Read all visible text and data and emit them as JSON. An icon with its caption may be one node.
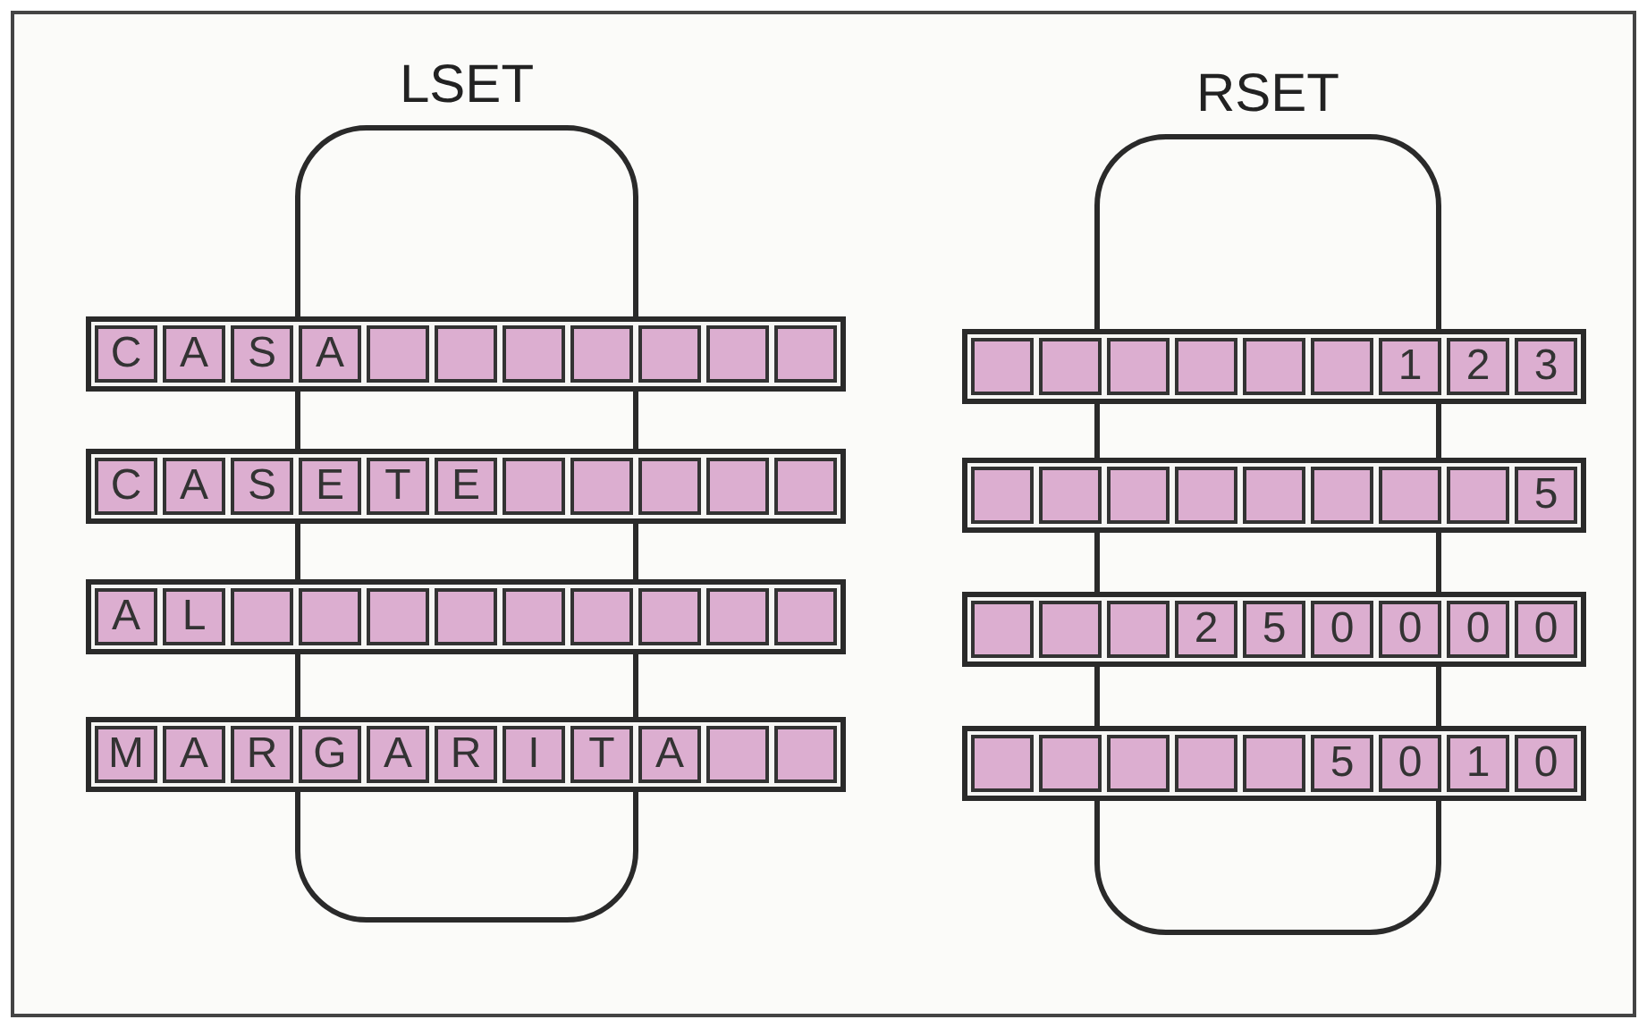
{
  "diagram": {
    "nodes": [
      {
        "text": [
          "LSET"
        ]
      },
      {
        "text": [
          "RSET"
        ]
      },
      {
        "text": [
          "C",
          "A",
          "S",
          "A"
        ]
      },
      {
        "text": [
          "C",
          "A",
          "S",
          "E",
          "T",
          "E"
        ]
      },
      {
        "text": [
          "A",
          "L"
        ]
      },
      {
        "text": [
          "M",
          "A",
          "R",
          "G",
          "A",
          "R",
          "I",
          "T",
          "A"
        ]
      },
      {
        "text": [
          "1",
          "2",
          "3"
        ]
      },
      {
        "text": [
          "5"
        ]
      },
      {
        "text": [
          "2",
          "5",
          "0",
          "0",
          "0",
          "0"
        ]
      },
      {
        "text": [
          "5",
          "0",
          "1",
          "0"
        ]
      }
    ]
  }
}
